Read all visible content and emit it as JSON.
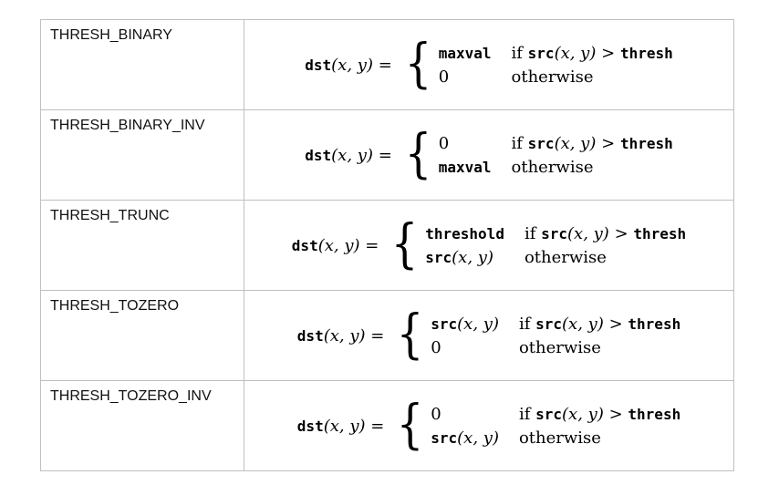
{
  "rows": [
    {
      "name": "THRESH_BINARY",
      "lhs_fn": "dst",
      "args": "(x, y)",
      "eq": "=",
      "case1_val": "maxval",
      "case1_val_mono": true,
      "case1_cond_if": "if",
      "case1_cond_fn": "src",
      "case1_cond_args": "(x, y)",
      "case1_cond_op": ">",
      "case1_cond_rhs": "thresh",
      "case2_val": "0",
      "case2_val_mono": false,
      "case2_cond": "otherwise"
    },
    {
      "name": "THRESH_BINARY_INV",
      "lhs_fn": "dst",
      "args": "(x, y)",
      "eq": "=",
      "case1_val": "0",
      "case1_val_mono": false,
      "case1_cond_if": "if",
      "case1_cond_fn": "src",
      "case1_cond_args": "(x, y)",
      "case1_cond_op": ">",
      "case1_cond_rhs": "thresh",
      "case2_val": "maxval",
      "case2_val_mono": true,
      "case2_cond": "otherwise"
    },
    {
      "name": "THRESH_TRUNC",
      "lhs_fn": "dst",
      "args": "(x, y)",
      "eq": "=",
      "case1_val": "threshold",
      "case1_val_mono": true,
      "case1_cond_if": "if",
      "case1_cond_fn": "src",
      "case1_cond_args": "(x, y)",
      "case1_cond_op": ">",
      "case1_cond_rhs": "thresh",
      "case2_val_fn": "src",
      "case2_val_args": "(x, y)",
      "case2_cond": "otherwise"
    },
    {
      "name": "THRESH_TOZERO",
      "lhs_fn": "dst",
      "args": "(x, y)",
      "eq": "=",
      "case1_val_fn": "src",
      "case1_val_args": "(x, y)",
      "case1_cond_if": "if",
      "case1_cond_fn": "src",
      "case1_cond_args": "(x, y)",
      "case1_cond_op": ">",
      "case1_cond_rhs": "thresh",
      "case2_val": "0",
      "case2_val_mono": false,
      "case2_cond": "otherwise"
    },
    {
      "name": "THRESH_TOZERO_INV",
      "lhs_fn": "dst",
      "args": "(x, y)",
      "eq": "=",
      "case1_val": "0",
      "case1_val_mono": false,
      "case1_cond_if": "if",
      "case1_cond_fn": "src",
      "case1_cond_args": "(x, y)",
      "case1_cond_op": ">",
      "case1_cond_rhs": "thresh",
      "case2_val_fn": "src",
      "case2_val_args": "(x, y)",
      "case2_cond": "otherwise"
    }
  ]
}
